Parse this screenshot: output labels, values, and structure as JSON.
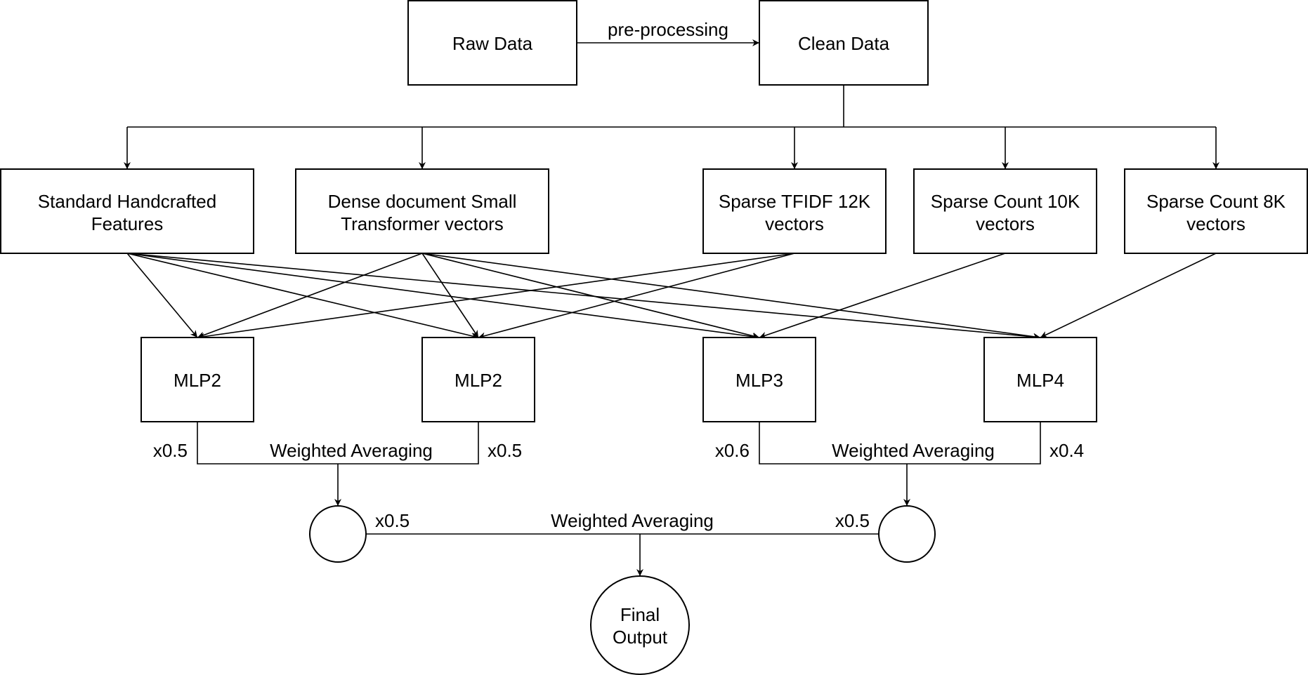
{
  "diagram": {
    "nodes": {
      "raw_data": {
        "label": [
          "Raw Data"
        ]
      },
      "clean_data": {
        "label": [
          "Clean Data"
        ]
      },
      "feat_handcrafted": {
        "label": [
          "Standard Handcrafted",
          "Features"
        ]
      },
      "feat_dense": {
        "label": [
          "Dense document Small",
          "Transformer vectors"
        ]
      },
      "feat_tfidf": {
        "label": [
          "Sparse TFIDF 12K",
          "vectors"
        ]
      },
      "feat_count10k": {
        "label": [
          "Sparse Count 10K",
          "vectors"
        ]
      },
      "feat_count8k": {
        "label": [
          "Sparse Count 8K",
          "vectors"
        ]
      },
      "mlp2_a": {
        "label": [
          "MLP2"
        ]
      },
      "mlp2_b": {
        "label": [
          "MLP2"
        ]
      },
      "mlp3": {
        "label": [
          "MLP3"
        ]
      },
      "mlp4": {
        "label": [
          "MLP4"
        ]
      },
      "avg_left": {
        "label": []
      },
      "avg_right": {
        "label": []
      },
      "final_output": {
        "label": [
          "Final",
          "Output"
        ]
      }
    },
    "edge_labels": {
      "preprocessing": "pre-processing",
      "weighted_avg_left": "Weighted Averaging",
      "weighted_avg_right": "Weighted Averaging",
      "weighted_avg_final": "Weighted Averaging"
    },
    "weights": {
      "mlp2_a": "x0.5",
      "mlp2_b": "x0.5",
      "mlp3": "x0.6",
      "mlp4": "x0.4",
      "avg_left": "x0.5",
      "avg_right": "x0.5"
    },
    "edges": [
      [
        "raw_data",
        "clean_data"
      ],
      [
        "clean_data",
        "feat_handcrafted"
      ],
      [
        "clean_data",
        "feat_dense"
      ],
      [
        "clean_data",
        "feat_tfidf"
      ],
      [
        "clean_data",
        "feat_count10k"
      ],
      [
        "clean_data",
        "feat_count8k"
      ],
      [
        "feat_handcrafted",
        "mlp2_a"
      ],
      [
        "feat_handcrafted",
        "mlp2_b"
      ],
      [
        "feat_handcrafted",
        "mlp3"
      ],
      [
        "feat_handcrafted",
        "mlp4"
      ],
      [
        "feat_dense",
        "mlp2_a"
      ],
      [
        "feat_dense",
        "mlp2_b"
      ],
      [
        "feat_dense",
        "mlp3"
      ],
      [
        "feat_dense",
        "mlp4"
      ],
      [
        "feat_tfidf",
        "mlp2_a"
      ],
      [
        "feat_tfidf",
        "mlp2_b"
      ],
      [
        "feat_count10k",
        "mlp3"
      ],
      [
        "feat_count8k",
        "mlp4"
      ],
      [
        "mlp2_a",
        "avg_left"
      ],
      [
        "mlp2_b",
        "avg_left"
      ],
      [
        "mlp3",
        "avg_right"
      ],
      [
        "mlp4",
        "avg_right"
      ],
      [
        "avg_left",
        "final_output"
      ],
      [
        "avg_right",
        "final_output"
      ]
    ]
  }
}
